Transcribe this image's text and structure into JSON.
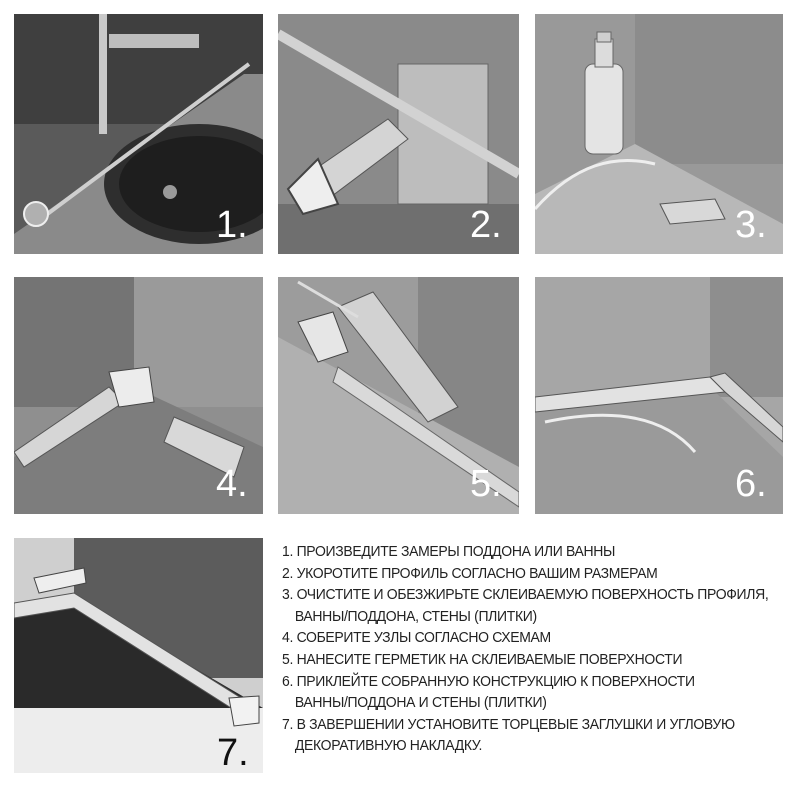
{
  "steps": [
    {
      "number": "1."
    },
    {
      "number": "2."
    },
    {
      "number": "3."
    },
    {
      "number": "4."
    },
    {
      "number": "5."
    },
    {
      "number": "6."
    },
    {
      "number": "7."
    }
  ],
  "instructions": [
    {
      "line1": "1. Произведите замеры поддона или ванны",
      "line2": ""
    },
    {
      "line1": "2. Укоротите профиль согласно вашим размерам",
      "line2": ""
    },
    {
      "line1": "3. Очистите и обезжирьте склеиваемую поверхность профиля,",
      "line2": "ванны/поддона, стены (плитки)"
    },
    {
      "line1": "4. Соберите узлы согласно схемам",
      "line2": ""
    },
    {
      "line1": "5. Нанесите герметик на склеиваемые поверхности",
      "line2": ""
    },
    {
      "line1": "6. Приклейте собранную конструкцию к поверхности",
      "line2": "ванны/поддона и стены (плитки)"
    },
    {
      "line1": "7. В завершении установите торцевые заглушки и угловую",
      "line2": "декоративную накладку."
    }
  ],
  "colors": {
    "panel_bg": "#777777",
    "number_text": "#ffffff",
    "instruction_text": "#222222"
  }
}
